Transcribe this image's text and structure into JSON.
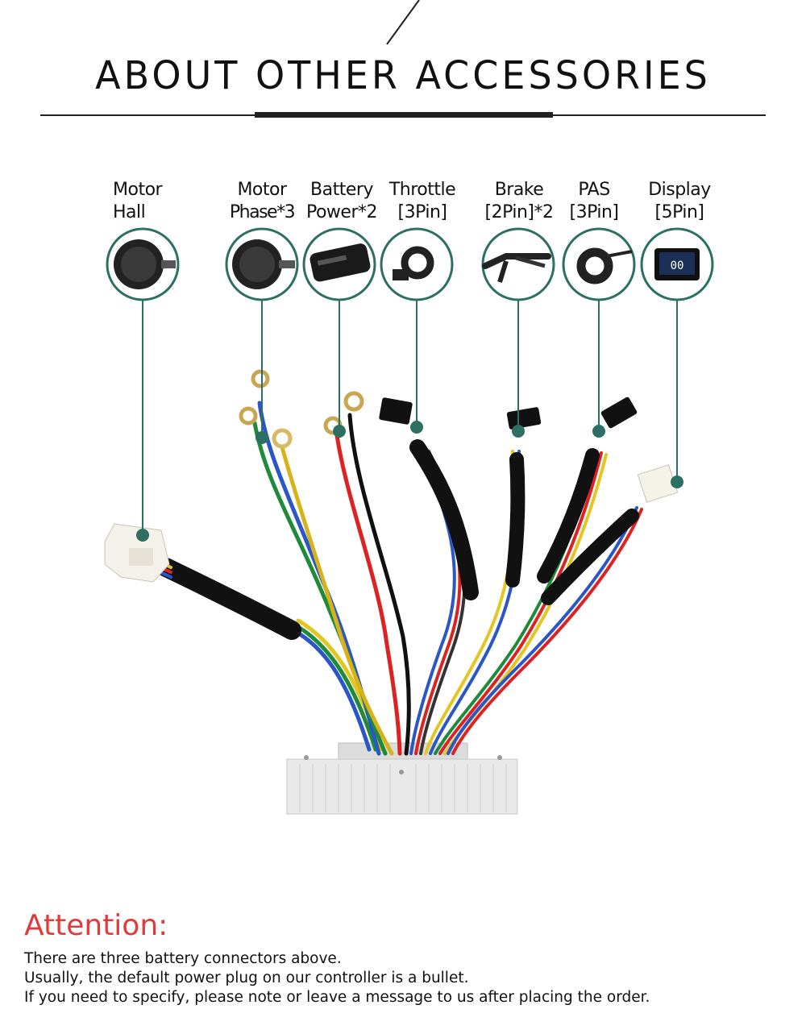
{
  "title": "ABOUT OTHER ACCESSORIES",
  "components": [
    {
      "line1": "Motor",
      "line2": "Hall",
      "icon": "hub-motor-icon"
    },
    {
      "line1": "Motor",
      "line2": "Phase*3",
      "icon": "hub-motor-icon"
    },
    {
      "line1": "Battery",
      "line2": "Power*2",
      "icon": "battery-icon"
    },
    {
      "line1": "Throttle",
      "line2": "[3Pin]",
      "icon": "thumb-throttle-icon"
    },
    {
      "line1": "Brake",
      "line2": "[2Pin]*2",
      "icon": "brake-lever-icon"
    },
    {
      "line1": "PAS",
      "line2": "[3Pin]",
      "icon": "pas-sensor-icon"
    },
    {
      "line1": "Display",
      "line2": "[5Pin]",
      "icon": "lcd-display-icon"
    }
  ],
  "display_readout": "00",
  "colors": {
    "accent": "#2e6f63",
    "attention": "#e03b3b"
  },
  "attention": {
    "heading": "Attention:",
    "lines": [
      "There are three battery connectors above.",
      "Usually, the default power plug on our controller is a bullet.",
      "If you need to specify, please note or leave a message to us after placing the order."
    ]
  }
}
